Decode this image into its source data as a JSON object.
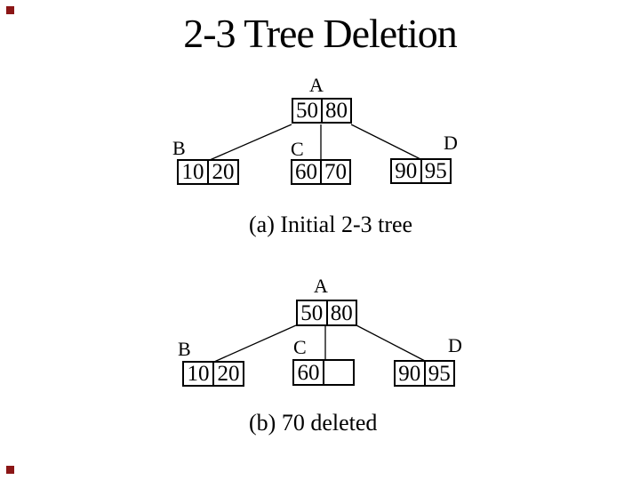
{
  "title": "2-3 Tree Deletion",
  "decorations": {
    "top_left_square": {
      "name": "corner-square",
      "color": "#8b1616"
    },
    "bottom_left_square": {
      "name": "corner-square",
      "color": "#8b1616"
    }
  },
  "trees": [
    {
      "caption": "(a) Initial 2-3 tree",
      "nodes": {
        "A": {
          "label": "A",
          "keys": [
            "50",
            "80"
          ]
        },
        "B": {
          "label": "B",
          "keys": [
            "10",
            "20"
          ]
        },
        "C": {
          "label": "C",
          "keys": [
            "60",
            "70"
          ]
        },
        "D": {
          "label": "D",
          "keys": [
            "90",
            "95"
          ]
        }
      }
    },
    {
      "caption": "(b) 70 deleted",
      "nodes": {
        "A": {
          "label": "A",
          "keys": [
            "50",
            "80"
          ]
        },
        "B": {
          "label": "B",
          "keys": [
            "10",
            "20"
          ]
        },
        "C": {
          "label": "C",
          "keys": [
            "60",
            ""
          ]
        },
        "D": {
          "label": "D",
          "keys": [
            "90",
            "95"
          ]
        }
      }
    }
  ]
}
